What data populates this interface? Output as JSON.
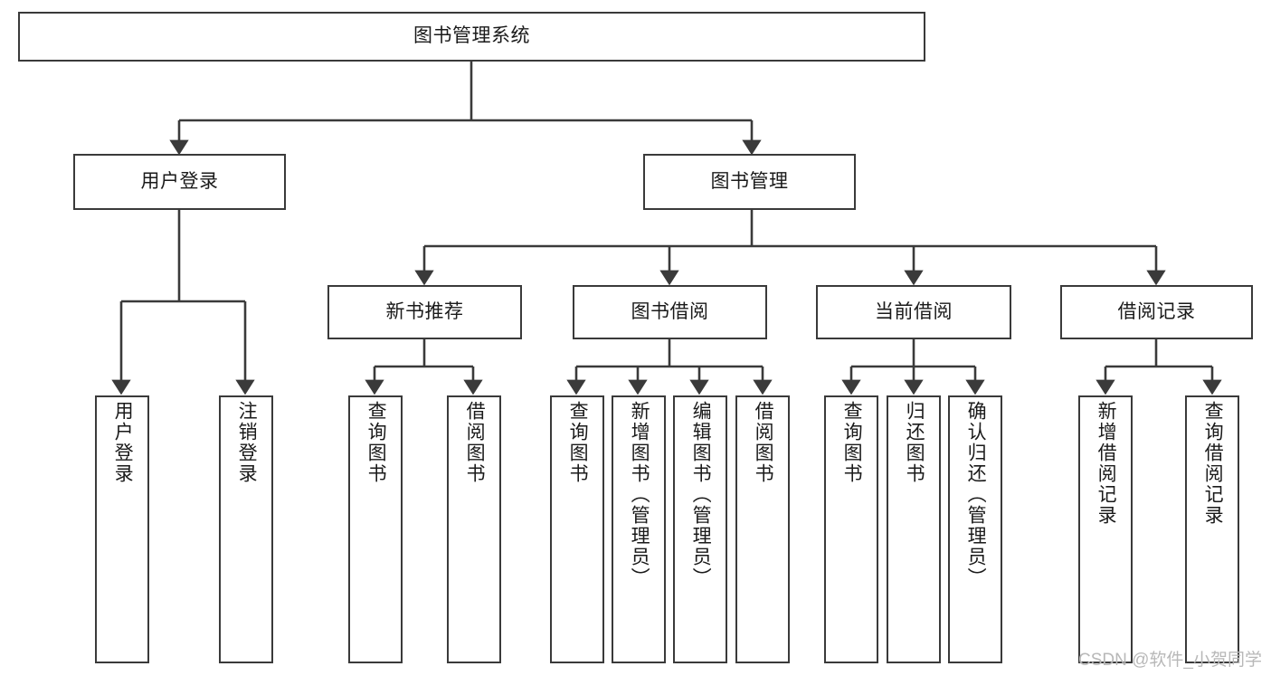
{
  "diagram": {
    "title": "图书管理系统",
    "type": "hierarchy-tree",
    "root": {
      "label": "图书管理系统"
    },
    "level2": [
      {
        "label": "用户登录"
      },
      {
        "label": "图书管理"
      }
    ],
    "level3": [
      {
        "label": "新书推荐"
      },
      {
        "label": "图书借阅"
      },
      {
        "label": "当前借阅"
      },
      {
        "label": "借阅记录"
      }
    ],
    "leaves": {
      "user_login": [
        {
          "label": "用户登录"
        },
        {
          "label": "注销登录"
        }
      ],
      "new_book": [
        {
          "label": "查询图书"
        },
        {
          "label": "借阅图书"
        }
      ],
      "book_borrow": [
        {
          "label": "查询图书"
        },
        {
          "label": "新增图书（管理员）"
        },
        {
          "label": "编辑图书（管理员）"
        },
        {
          "label": "借阅图书"
        }
      ],
      "current_borrow": [
        {
          "label": "查询图书"
        },
        {
          "label": "归还图书"
        },
        {
          "label": "确认归还（管理员）"
        }
      ],
      "borrow_record": [
        {
          "label": "新增借阅记录"
        },
        {
          "label": "查询借阅记录"
        }
      ]
    }
  },
  "watermark": {
    "text": "CSDN @软件_小贺同学"
  },
  "colors": {
    "stroke": "#3a3a3a",
    "text": "#1a1a1a",
    "background": "#ffffff",
    "watermark": "#b8b8b8"
  }
}
